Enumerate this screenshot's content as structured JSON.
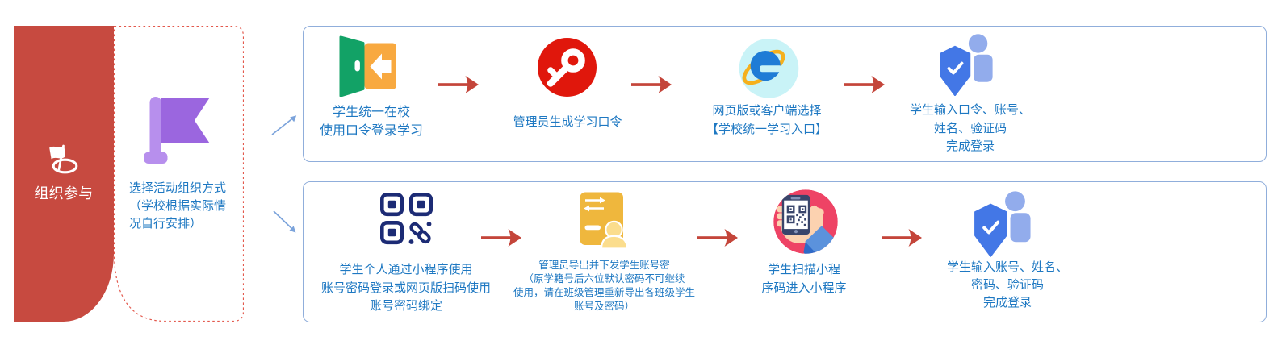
{
  "banner": {
    "label": "组织参与",
    "icon": "flag-ring-icon",
    "color": "#c74a40"
  },
  "selector": {
    "lines": [
      "选择活动组织方式",
      "（学校根据实际情",
      "况自行安排）"
    ],
    "icon": "purple-flag-icon",
    "border_color": "#e3584c"
  },
  "flows": {
    "top": {
      "steps": [
        {
          "icon": "exit-door-icon",
          "lines": [
            "学生统一在校",
            "使用口令登录学习"
          ]
        },
        {
          "icon": "key-icon",
          "lines": [
            "管理员生成学习口令"
          ]
        },
        {
          "icon": "ie-browser-icon",
          "lines": [
            "网页版或客户端选择",
            "【学校统一学习入口】"
          ]
        },
        {
          "icon": "shield-user-icon",
          "lines": [
            "学生输入口令、账号、",
            "姓名、验证码",
            "完成登录"
          ]
        }
      ]
    },
    "bottom": {
      "steps": [
        {
          "icon": "qrcode-link-icon",
          "lines": [
            "学生个人通过小程序使用",
            "账号密码登录或网页版扫码使用",
            "账号密码绑定"
          ]
        },
        {
          "icon": "account-export-icon",
          "lines": [
            "管理员导出并下发学生账号密",
            "（原学籍号后六位默认密码不可继续",
            "使用，请在班级管理重新导出各班级学生",
            "账号及密码）"
          ]
        },
        {
          "icon": "scan-phone-icon",
          "lines": [
            "学生扫描小程",
            "序码进入小程序"
          ]
        },
        {
          "icon": "shield-user-icon",
          "lines": [
            "学生输入账号、姓名、",
            "密码、验证码",
            "完成登录"
          ]
        }
      ]
    }
  },
  "colors": {
    "banner_red": "#c74a40",
    "dashed_red": "#e3584c",
    "arrow_red": "#c4453a",
    "box_border_blue": "#90aedb",
    "text_blue": "#1e78c2",
    "branch_arrow_blue": "#7ba3db",
    "flag_purple": "#9b66df",
    "flag_pole_purple": "#b78fed",
    "door_green": "#12a266",
    "door_orange": "#f8a940",
    "key_red": "#e0170c",
    "ie_circle": "#c9f3f7",
    "ie_blue": "#1c7bd4",
    "ie_swoosh": "#f5b01d",
    "shield_blue": "#4377e6",
    "person_blue": "#92acec",
    "qr_navy": "#1c2b75",
    "doc_gold": "#efb73d",
    "doc_person_gold": "#fbdd8d",
    "scan_rose": "#ef4768",
    "hand_skin": "#fbd4ad",
    "sleeve_blue": "#5e94d8",
    "sleeve_dark_blue": "#3a66b5",
    "phone_navy": "#3c4668"
  }
}
